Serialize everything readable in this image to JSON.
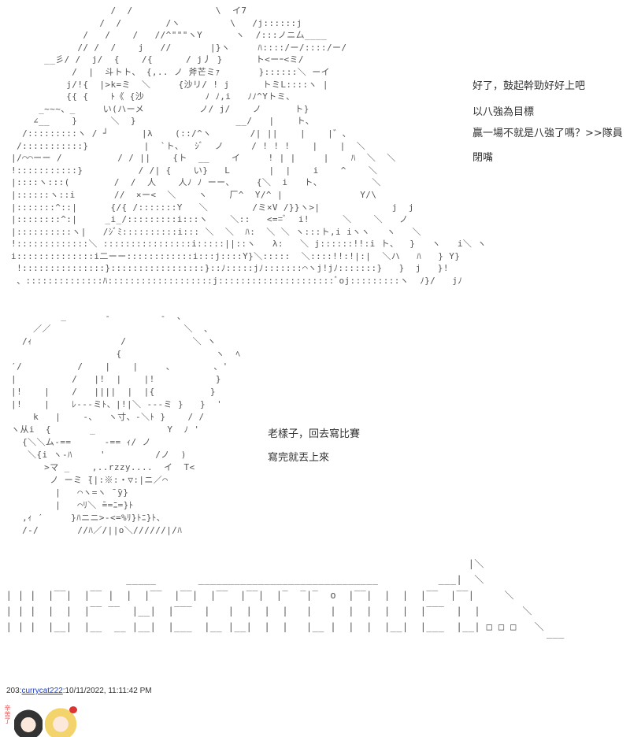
{
  "art_top": [
    "                    /  /               \\  イ7",
    "                  /  /        /ヽ         \\   /j::::::j",
    "               /   /    /   //^\"\"\"ヽY      ヽ  /:::ノニ厶____",
    "              // /  /    j   //       |}ヽ     ﾊ::::/ー/::::/ー/",
    "        __彡/ /  j/  {    /{      / j丿 }      ト<ーｰ<ミ/",
    "             /  |  斗トト、 {,.. ノ 斧芒ミｧ       }::::::＼ ーイ",
    "            j/!{  |>k=ミ  ＼     {沙リ/ ! j      トミL::::ヽ |",
    "            {{ {    ﾄ《 {沙           ﾉ ﾉ,i   ﾉﾉ^Yトミ、",
    "       _~~~、_     い(ハーメ          ノ/ j/    ノ      ト}",
    "      ∠__    }      ＼  }                  __/   |    ト、",
    "    /:::::::::ヽ / ┘      |λ    (::/^ヽ       /| ||    |    |゛、",
    "   /:::::::::::}          |  `ト、  ｼﾞ  ノ     / ! ! !    |    |  ＼",
    "  |/⌒⌒ーー /          / / ||    {ト  __    イ     ! | |     |    ﾊ  ＼  ＼",
    "  !:::::::::::}          / /| {    い}   L       |  |    i    ^    ＼",
    "  |::::ヽ:::(        /  /  人    人ﾉ ﾉ ーー、    {＼  i   ト、         ＼",
    "  |::::::ヽ::i       //  ×ー<  ＼    ヽ    厂^  Y/^ |              Y/\\",
    "  |:::::::^::|      {/{ /:::::::Y   ＼        /ミ×V /}}ヽ>|             j  j",
    "  |::::::::^:|     _i_/:::::::::i:::ヽ    ＼::   <==ﾞ  i!      ＼    ＼   ノ",
    "  |::::::::::ヽ|   /ｼﾞﾐ::::::::::i::: ＼  ＼  ﾊ:  ＼ ＼ ヽ:::ト,i iヽヽ   ヽ   ＼",
    "  !:::::::::::::＼ ::::::::::::::::i:::::||::ヽ   λ:   ＼ j::::::!!:i ト、  }   ヽ   i＼ ヽ",
    "  i::::::::::::::i二ーー::::::::::::i:::j::::Y}＼:::::  ＼::::!!:!|:|  ＼ハ   ﾊ   } Y}",
    "   !:::::::::::::::}:::::::::::::::::}::ﾉ:::::jﾉ:::::::⌒ヽj!jﾉ:::::::}   }  j   }!",
    "   、::::::::::::::ﾊ:::::::::::::::::::j:::::::::::::::::::::ﾞoj:::::::::ヽ  ﾉ}/   jﾉ"
  ],
  "art_mid": [
    "           _       -         -  、",
    "      ／／                        ＼  、",
    "    /ｨ                /            ＼ ヽ",
    "                     {                 ヽ  ﾍ",
    "  ′/          /    |    |     、       、'",
    "  |          /   |!  |    |!           }",
    "  |!    |    /   ||||  |  |{          }",
    "  |!    |    ﾚ---ミﾄ、|!|＼ ---ミ }   }  '",
    "      k   |    ‐、  ヽ寸、-＼ﾄ }    / /",
    "  ヽ从i  {       _             Y  ﾉ '",
    "    {＼＼ム-==      -== ｨ/ ノ",
    "     ＼{i ヽ-ﾊ     '         /ノ  )",
    "        >マ _    ,..rzzy....  イ  T<",
    "         ノ ーミ ̄{|:※:・▽:|ニ／⌒",
    "          |   ⌒ヽ=ヽ ̄ ̄y}",
    "          |   ⌒ﾘ＼ ̄==ﾆ=}ﾄ",
    "    ,ｨ ′     }ﾊニニ>-<=%ﾘ}ﾄﾆ}ﾄ、",
    "    /-/       //ﾊ／/||o＼//////|/ﾊ"
  ],
  "art_end": [
    "                                                                              |＼",
    "                     _____       ______________________________          ___|  ＼",
    " | | |  |‾‾|  |‾‾ |  |  |‾‾  |‾‾|  |‾‾  |‾‾|  |‾  ‾|‾  o  |‾‾|  |  |  |‾‾  |‾‾|     ＼",
    " | | |  |  |  |‾‾ ‾‾  |__|  |‾‾‾  |   |  |  |  |   |   |  |  |  |  |  |‾‾‾  |  |       ＼",
    " | | |  |__|  |__  __ |__|  |___  |__ |__|  |  |   |__ |  |  |  |__|  |___  |__| □ □ □   ＼",
    "                                                                                           ‾‾‾"
  ],
  "dialogue_top": [
    "好了，鼓起幹勁好好上吧",
    "以八強為目標",
    "贏一場不就是八強了嗎？>>隊員",
    "閉嘴"
  ],
  "dialogue_mid": [
    "老樣子，回去寫比賽",
    "寫完就丟上來"
  ],
  "footer": {
    "post_number": "203",
    "separator": ":",
    "username": "currycat222",
    "timestamp": "10/11/2022, 11:11:42 PM"
  },
  "thumbnail_text": "辛苦了",
  "colors": {
    "link": "#1a3fd0",
    "art": "#555555"
  }
}
